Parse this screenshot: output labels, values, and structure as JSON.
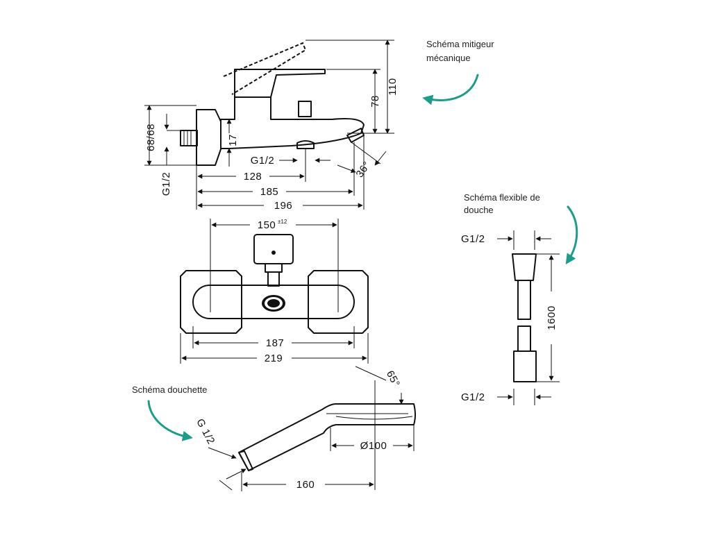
{
  "captions": {
    "mixer_line1": "Schéma mitigeur",
    "mixer_line2": "mécanique",
    "hose_line1": "Schéma flexible de",
    "hose_line2": "douche",
    "handshower": "Schéma douchette"
  },
  "mixer_dims": {
    "height_110": "110",
    "height_78": "78",
    "offset_17": "17",
    "inlet_68": "68/68",
    "thread_side": "G1/2",
    "thread_spout": "G1/2",
    "angle": "36°",
    "width_128": "128",
    "width_185": "185",
    "width_196": "196"
  },
  "plan_dims": {
    "centers": "150",
    "tolerance": "±12",
    "width_187": "187",
    "width_219": "219"
  },
  "hose_dims": {
    "thread_top": "G1/2",
    "length": "1600",
    "thread_bottom": "G1/2"
  },
  "shower_dims": {
    "thread": "G 1/2",
    "angle": "65°",
    "diameter": "Ø100",
    "length": "160"
  },
  "colors": {
    "accent_arrow": "#1a9e8a",
    "line": "#111111"
  }
}
